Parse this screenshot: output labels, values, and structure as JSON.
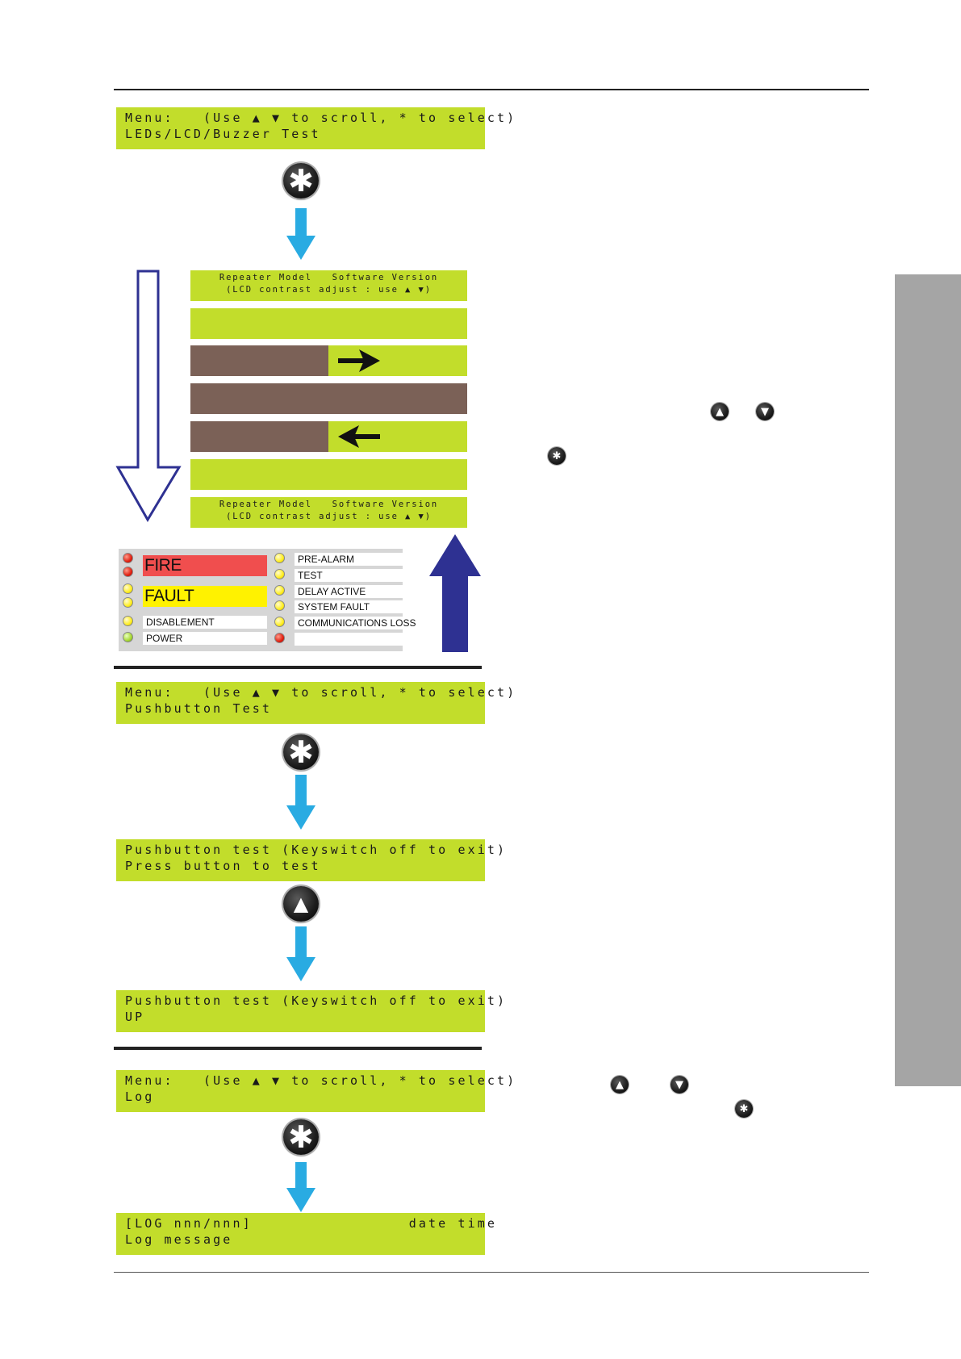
{
  "menu_prompt": "Menu:   (Use ▲ ▼ to scroll, * to select)",
  "section1": {
    "menu_item": "LEDs/LCD/Buzzer Test",
    "lcd_line1": "Repeater Model   Software Version",
    "lcd_line2": "(LCD contrast adjust : use ▲ ▼)",
    "led_panel": {
      "fire": "FIRE",
      "fault": "FAULT",
      "disablement": "DISABLEMENT",
      "power": "POWER",
      "pre_alarm": "PRE-ALARM",
      "test": "TEST",
      "delay_active": "DELAY ACTIVE",
      "system_fault": "SYSTEM FAULT",
      "communications_loss": "COMMUNICATIONS LOSS",
      "empty": ""
    }
  },
  "section2": {
    "menu_item": "Pushbutton Test",
    "test_line1": "Pushbutton test (Keyswitch off to exit)",
    "test_line2": "Press button to test",
    "result_line1": "Pushbutton test (Keyswitch off to exit)",
    "result_line2": "UP"
  },
  "section3": {
    "menu_item": "Log",
    "log_line1": "[LOG nnn/nnn]                date time",
    "log_line2": "Log message"
  },
  "icons": {
    "select": "✱",
    "up": "▲",
    "down": "▼"
  },
  "colors": {
    "lcd_green": "#c2dd2b",
    "lcd_dark": "#7b6157",
    "flow_arrow": "#29abe2",
    "navy_arrow": "#2e3192",
    "fire_red": "#f04e4e",
    "fault_yellow": "#fff200",
    "side_tab": "#a5a5a5"
  }
}
